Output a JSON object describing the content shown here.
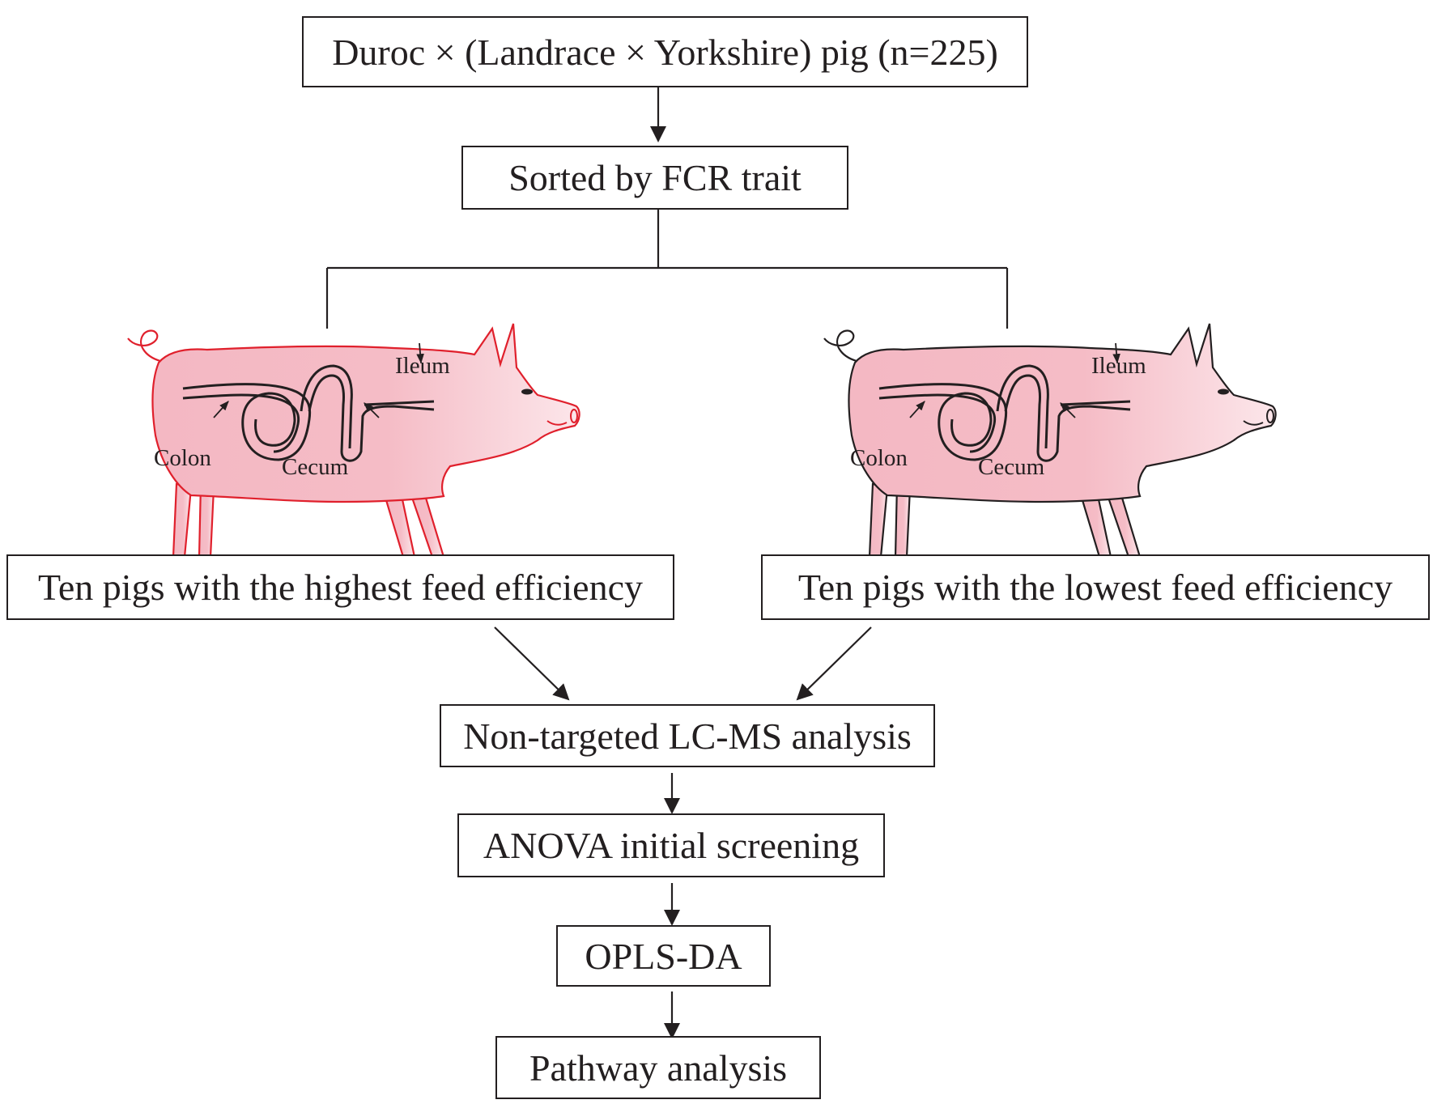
{
  "steps": {
    "population": "Duroc × (Landrace × Yorkshire) pig (n=225)",
    "sort": "Sorted by FCR trait",
    "high_group": "Ten pigs with the highest feed efficiency",
    "low_group": "Ten pigs with the lowest feed efficiency",
    "lcms": "Non-targeted LC-MS analysis",
    "anova": "ANOVA initial screening",
    "oplsda": "OPLS-DA",
    "pathway": "Pathway analysis"
  },
  "anatomy_labels": {
    "ileum": "Ileum",
    "colon": "Colon",
    "cecum": "Cecum"
  },
  "colors": {
    "pig_fill": "#f5bcc6",
    "high_efficiency_outline": "#e0202c",
    "low_efficiency_outline": "#231f20",
    "line": "#231f20"
  }
}
